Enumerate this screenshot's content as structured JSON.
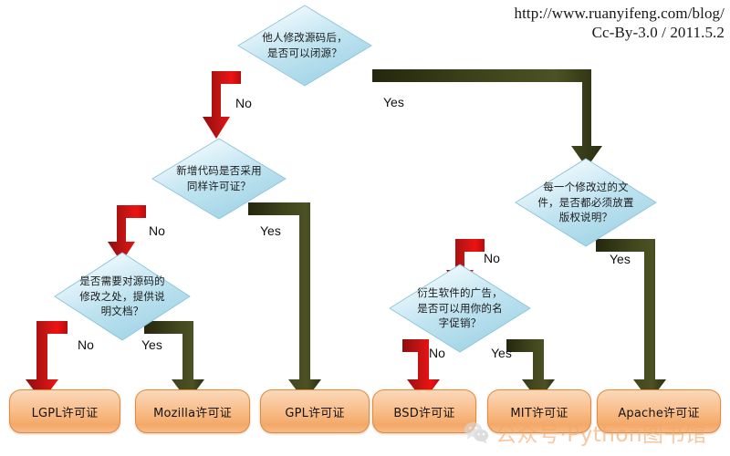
{
  "attribution": {
    "line1": "http://www.ruanyifeng.com/blog/",
    "line2": "Cc-By-3.0 / 2011.5.2"
  },
  "colors": {
    "no_arrow": "#cc0000",
    "yes_arrow": "#3a3d18",
    "diamond_fill": "#b9e0ee",
    "diamond_stroke": "#8fc9dd",
    "box_fill": "#f7b880",
    "box_stroke": "#e08a3c",
    "watermark": "#f0a869"
  },
  "decisions": [
    {
      "id": "d1",
      "text": "他人修改源码后，\n是否可以闭源？"
    },
    {
      "id": "d2",
      "text": "新增代码是否采用\n同样许可证？"
    },
    {
      "id": "d3",
      "text": "是否需要对源码的\n修改之处，提供说\n明文档？"
    },
    {
      "id": "d4",
      "text": "每一个修改过的文\n件，是否都必须放置\n版权说明？"
    },
    {
      "id": "d5",
      "text": "衍生软件的广告，\n是否可以用你的名\n字促销？"
    }
  ],
  "edges": [
    {
      "id": "e1",
      "label": "No",
      "from": "d1",
      "to": "d2"
    },
    {
      "id": "e2",
      "label": "Yes",
      "from": "d1",
      "to": "d4"
    },
    {
      "id": "e3",
      "label": "No",
      "from": "d2",
      "to": "d3"
    },
    {
      "id": "e4",
      "label": "Yes",
      "from": "d2",
      "to": "gpl"
    },
    {
      "id": "e5",
      "label": "No",
      "from": "d3",
      "to": "lgpl"
    },
    {
      "id": "e6",
      "label": "Yes",
      "from": "d3",
      "to": "mozilla"
    },
    {
      "id": "e7",
      "label": "No",
      "from": "d4",
      "to": "d5"
    },
    {
      "id": "e8",
      "label": "Yes",
      "from": "d4",
      "to": "apache"
    },
    {
      "id": "e9",
      "label": "No",
      "from": "d5",
      "to": "bsd"
    },
    {
      "id": "e10",
      "label": "Yes",
      "from": "d5",
      "to": "mit"
    }
  ],
  "licenses": [
    {
      "id": "lgpl",
      "label": "LGPL许可证"
    },
    {
      "id": "mozilla",
      "label": "Mozilla许可证"
    },
    {
      "id": "gpl",
      "label": "GPL许可证"
    },
    {
      "id": "bsd",
      "label": "BSD许可证"
    },
    {
      "id": "mit",
      "label": "MIT许可证"
    },
    {
      "id": "apache",
      "label": "Apache许可证"
    }
  ],
  "watermark": {
    "text": "公众号·Python图书馆",
    "icon": "wechat-icon"
  }
}
